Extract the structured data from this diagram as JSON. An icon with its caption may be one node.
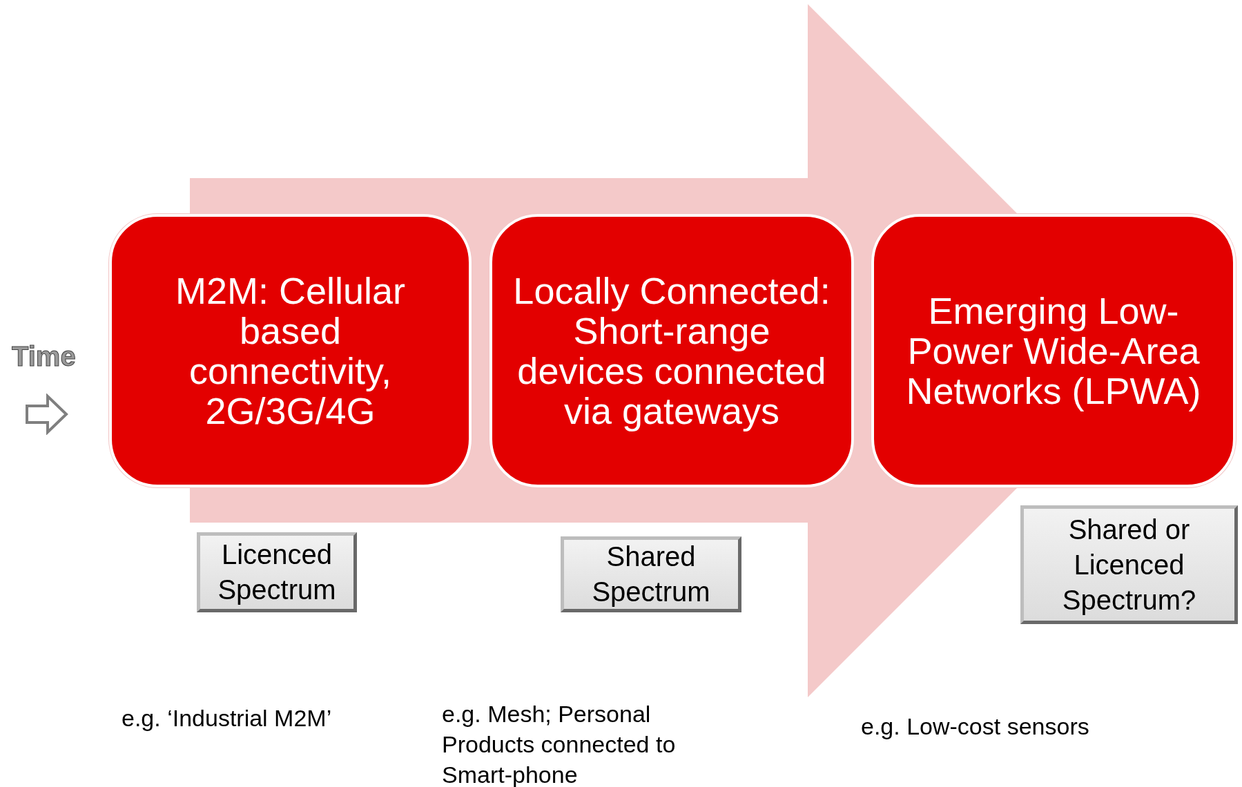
{
  "diagram": {
    "nodes": [
      {
        "text": [
          "M2M: Cellular based connectivity, 2G/3G/4G"
        ]
      },
      {
        "text": [
          "Locally Connected: Short-range devices connected via gateways"
        ]
      },
      {
        "text": [
          "Emerging Low-Power Wide-Area Networks (LPWA)"
        ]
      },
      {
        "text": [
          "Licenced Spectrum"
        ]
      },
      {
        "text": [
          "Shared Spectrum"
        ]
      },
      {
        "text": [
          "Shared or Licenced Spectrum?"
        ]
      }
    ],
    "edges": [
      {
        "from": 0,
        "to": 2,
        "arrow": "to"
      }
    ],
    "labels": [
      "Time",
      "e.g. ‘Industrial M2M’",
      "e.g. Mesh; Personal Products connected to Smart-phone",
      "e.g. Low-cost sensors"
    ]
  }
}
